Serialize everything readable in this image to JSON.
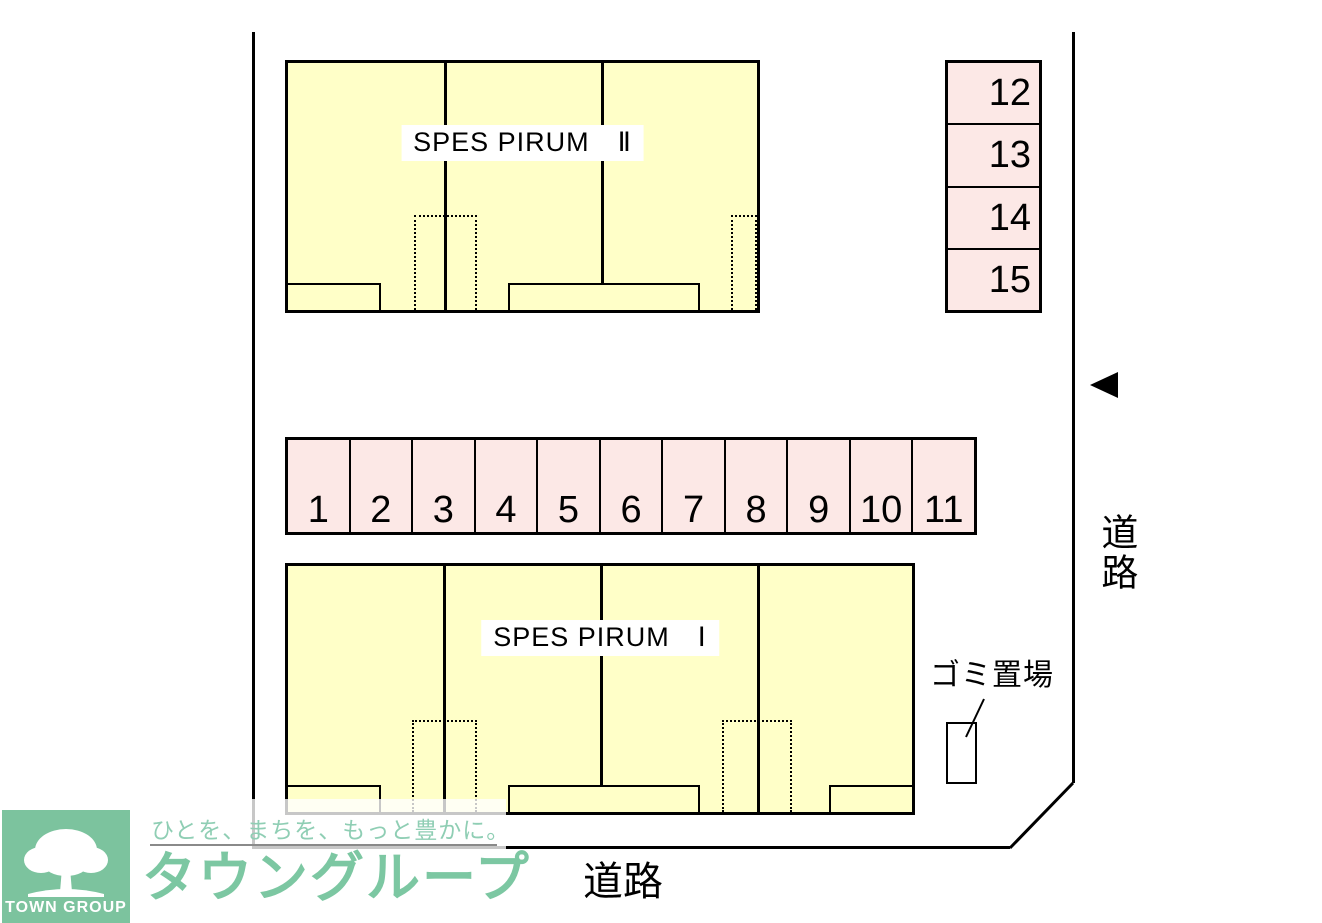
{
  "diagram": {
    "building_top": {
      "name": "SPES PIRUM　Ⅱ"
    },
    "building_bottom": {
      "name": "SPES PIRUM　Ⅰ"
    },
    "parking_row": {
      "spaces": [
        "1",
        "2",
        "3",
        "4",
        "5",
        "6",
        "7",
        "8",
        "9",
        "10",
        "11"
      ]
    },
    "parking_column": {
      "spaces": [
        "12",
        "13",
        "14",
        "15"
      ]
    },
    "road_label_right": "道路",
    "road_label_bottom": "道路",
    "garbage_label": "ゴミ置場",
    "colors": {
      "building_fill": "#ffffc8",
      "parking_fill": "#fce8e6",
      "outline": "#000000"
    }
  },
  "logo": {
    "box_label": "TOWN GROUP",
    "tagline": "ひとを、まちを、もっと豊かに。",
    "brand": "タウングループ",
    "colors": {
      "box": "#7cc39e",
      "tagline": "#8fceb4",
      "brand": "#7cc7a2"
    }
  }
}
